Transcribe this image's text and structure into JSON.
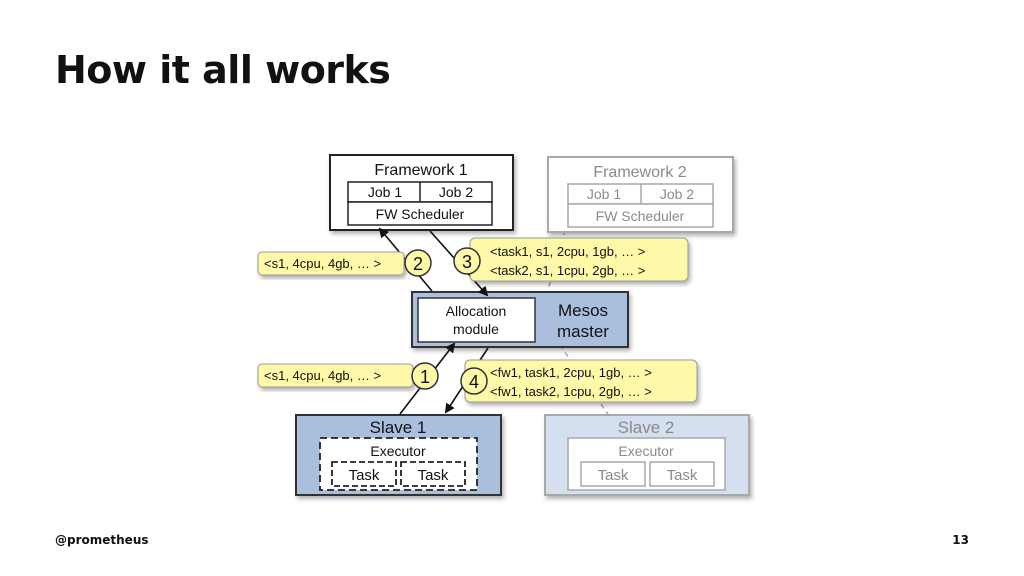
{
  "slide": {
    "title": "How it all works",
    "handle": "@prometheus",
    "page_number": "13"
  },
  "diagram": {
    "framework1": {
      "title": "Framework 1",
      "job1": "Job 1",
      "job2": "Job 2",
      "scheduler": "FW Scheduler"
    },
    "framework2": {
      "title": "Framework 2",
      "job1": "Job 1",
      "job2": "Job 2",
      "scheduler": "FW Scheduler"
    },
    "master": {
      "module_line1": "Allocation",
      "module_line2": "module",
      "label_line1": "Mesos",
      "label_line2": "master"
    },
    "slave1": {
      "title": "Slave 1",
      "executor": "Executor",
      "task1": "Task",
      "task2": "Task"
    },
    "slave2": {
      "title": "Slave 2",
      "executor": "Executor",
      "task1": "Task",
      "task2": "Task"
    },
    "steps": {
      "s1": "1",
      "s2": "2",
      "s3": "3",
      "s4": "4"
    },
    "messages": {
      "offer_top": "<s1, 4cpu, 4gb, … >",
      "offer_bottom": "<s1, 4cpu, 4gb, … >",
      "tasks_line1": "<task1, s1, 2cpu, 1gb, … >",
      "tasks_line2": "<task2, s1, 1cpu, 2gb, … >",
      "launch_line1": "<fw1, task1, 2cpu, 1gb, … >",
      "launch_line2": "<fw1, task2, 1cpu, 2gb, … >"
    },
    "colors": {
      "master_fill": "#a9bfdd",
      "slave1_fill": "#a9bfdd",
      "slave2_fill": "#d4dff0",
      "callout_fill": "#fef9a8",
      "faded_stroke": "#9a9a9a"
    }
  }
}
